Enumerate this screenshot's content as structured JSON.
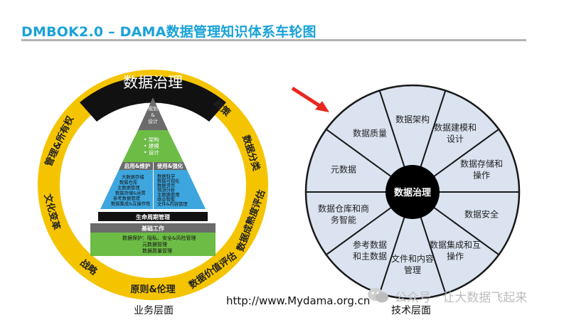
{
  "title": "DMBOK2.0 – DAMA数据管理知识体系车轮图",
  "left_wheel": {
    "caption": "业务层面",
    "top_band": "数据治理",
    "ring_labels": [
      "政策",
      "数据分类",
      "数据成熟度评估",
      "数据价值评估",
      "原则&伦理",
      "战略",
      "文化变革",
      "管理&所有权"
    ],
    "pyramid": {
      "top": "规划\n&\n设计",
      "design_items": [
        "• 架构",
        "• 建模",
        "• 设计"
      ],
      "enable_header": "启用&维护",
      "use_header": "使用&强化",
      "enable_items": [
        "大数据存储",
        "数据仓库",
        "主数据管理",
        "数据存储&运营",
        "参考数据管理",
        "数据集成&互操作性"
      ],
      "use_items": [
        "数据科学",
        "数据可视化",
        "数据货币",
        "预测分析",
        "主数据使用",
        "商业智能",
        "文件&内容管理"
      ],
      "lifecycle_header": "生命周期管理",
      "foundation_header": "基础工作",
      "foundation_items": [
        "数据保护：隐私、安全&风险管理",
        "元数据管理",
        "数据质量管理"
      ]
    }
  },
  "right_wheel": {
    "caption": "技术层面",
    "center": "数据治理",
    "segments": [
      "数据架构",
      "数据建模和\n设计",
      "数据存储和\n操作",
      "数据安全",
      "数据集成和互\n操作",
      "文件和内容\n管理",
      "参考数据\n和主数据",
      "数据仓库和商\n务智能",
      "元数据",
      "数据质量"
    ]
  },
  "url": "http://www.Mydama.org.cn",
  "watermark": "公众号 · 让大数据飞起来",
  "colors": {
    "title": "#1aa2d8",
    "ring_yellow": "#f5c400",
    "segment_fill": "#dbe3f1",
    "hub": "#000000",
    "pyramid_green": "#6cbc46",
    "pyramid_gray": "#6b6b6b",
    "pyramid_blue": "#3ea6de",
    "arrow": "#e8271f"
  }
}
